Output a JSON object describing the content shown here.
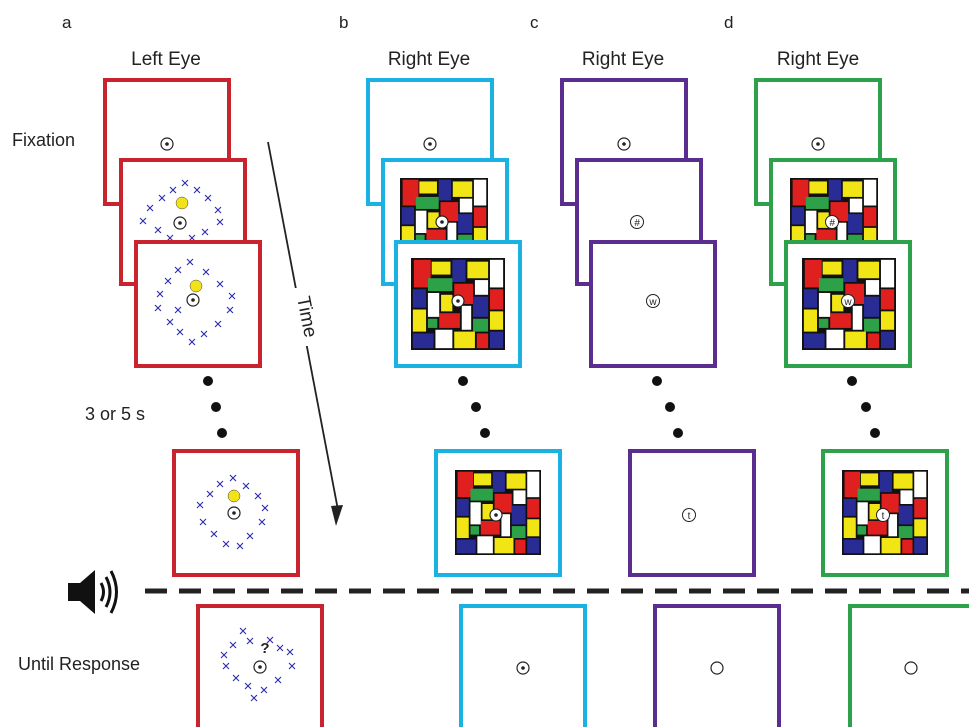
{
  "panels": {
    "a": {
      "letter": "a",
      "eye": "Left Eye"
    },
    "b": {
      "letter": "b",
      "eye": "Right Eye"
    },
    "c": {
      "letter": "c",
      "eye": "Right Eye"
    },
    "d": {
      "letter": "d",
      "eye": "Right Eye"
    }
  },
  "labels": {
    "fixation": "Fixation",
    "time": "Time",
    "duration": "3 or 5 s",
    "until_response": "Until Response",
    "question_mark": "?"
  },
  "letters": {
    "c_second": "#",
    "c_third": "w",
    "c_final": "t",
    "d_second": "#",
    "d_third": "w",
    "d_final": "t"
  },
  "colors": {
    "panel_a": "#c8242e",
    "panel_b": "#1ab1e3",
    "panel_c": "#5b2d8e",
    "panel_d": "#2ea24a",
    "cross": "#2b2bb0",
    "dot": "#f2e21a",
    "ink": "#222222"
  },
  "icons": {
    "speaker": "speaker-icon",
    "fixation": "fixation-target-icon"
  }
}
